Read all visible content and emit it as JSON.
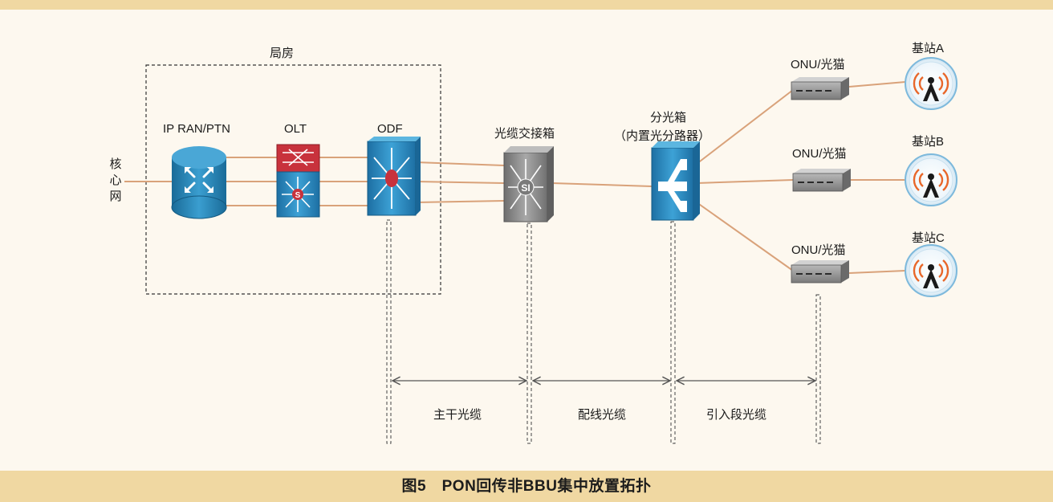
{
  "caption": "图5　PON回传非BBU集中放置拓扑",
  "labels": {
    "office": "局房",
    "core_network": [
      "核",
      "心",
      "网"
    ],
    "ipran": "IP RAN/PTN",
    "olt": "OLT",
    "odf": "ODF",
    "cross_box": "光缆交接箱",
    "splitter_box_line1": "分光箱",
    "splitter_box_line2": "（内置光分路器）",
    "onu_a": "ONU/光猫",
    "onu_b": "ONU/光猫",
    "onu_c": "ONU/光猫",
    "station_a": "基站A",
    "station_b": "基站B",
    "station_c": "基站C"
  },
  "segments": {
    "trunk": "主干光缆",
    "distribution": "配线光缆",
    "drop": "引入段光缆"
  },
  "device_marks": {
    "olt_center": "S",
    "cross_box_center": "SI"
  },
  "colors": {
    "band": "#f0d8a2",
    "fiber": "#d9a27a",
    "device_blue": "#2f8fc4",
    "olt_red": "#c8323c",
    "cross_gray": "#8e8e8e"
  }
}
